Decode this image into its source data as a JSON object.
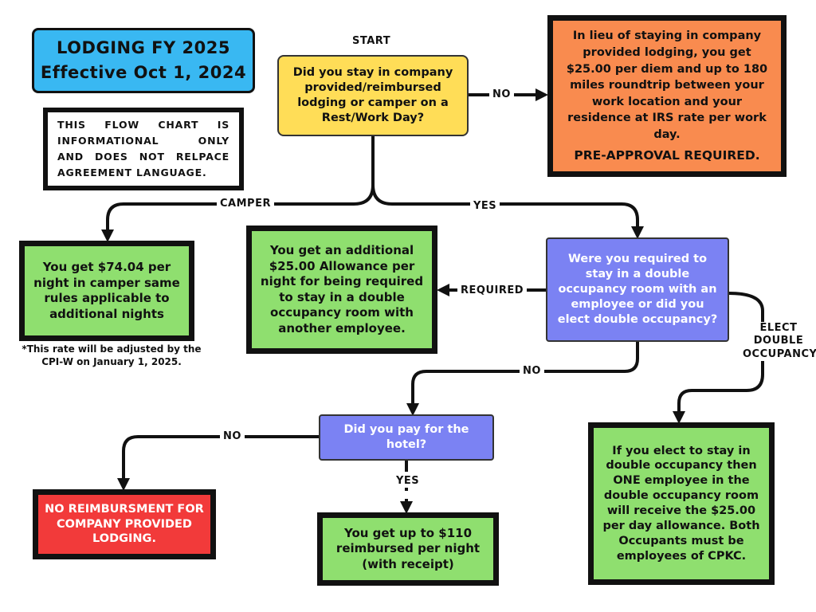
{
  "title": {
    "line1": "LODGING FY 2025",
    "line2": "Effective Oct 1, 2024",
    "color": "#39B8F2"
  },
  "disclaimer": {
    "line1": "THIS FLOW CHART IS",
    "line2": "INFORMATIONAL ONLY",
    "line3": "AND DOES NOT RELPACE",
    "line4": "AGREEMENT LANGUAGE."
  },
  "start_label": "START",
  "start_question": "Did you stay in company provided/reimbursed lodging or camper on a Rest/Work Day?",
  "per_diem": {
    "text": "In lieu of staying in company provided lodging, you get $25.00 per diem and up to 180 miles roundtrip between your work location and your residence at IRS rate per work day.",
    "emphasis": "PRE-APPROVAL REQUIRED.",
    "color": "#F98B4F"
  },
  "camper": {
    "text": "You get $74.04 per night in camper same rules applicable to additional nights",
    "footnote": "*This rate will be adjusted by the CPI-W on January 1, 2025."
  },
  "additional_allowance": "You get an additional $25.00 Allowance per night for being required to stay in a double occupancy room with another employee.",
  "double_question": "Were you required to stay in a double occupancy room with an employee or did you elect double occupancy?",
  "hotel_question": "Did you pay for the hotel?",
  "no_reimbursement": "NO REIMBURSMENT FOR COMPANY PROVIDED LODGING.",
  "hotel_reimbursement": "You get up to $110 reimbursed per night (with receipt)",
  "elect_result": "If you elect to stay in double occupancy then ONE employee in the double occupancy room will receive the $25.00 per day allowance. Both Occupants must be employees of CPKC.",
  "labels": {
    "no_top": "NO",
    "camper": "CAMPER",
    "yes_top": "YES",
    "required": "REQUIRED",
    "elect_line1": "ELECT",
    "elect_line2": "DOUBLE",
    "elect_line3": "OCCUPANCY",
    "no_mid": "NO",
    "no_hotel": "NO",
    "yes_hotel": "YES"
  },
  "colors": {
    "green": "#8FDF6F",
    "yellow": "#FFDD57",
    "purple": "#7B82F3",
    "red": "#F23A3A"
  }
}
